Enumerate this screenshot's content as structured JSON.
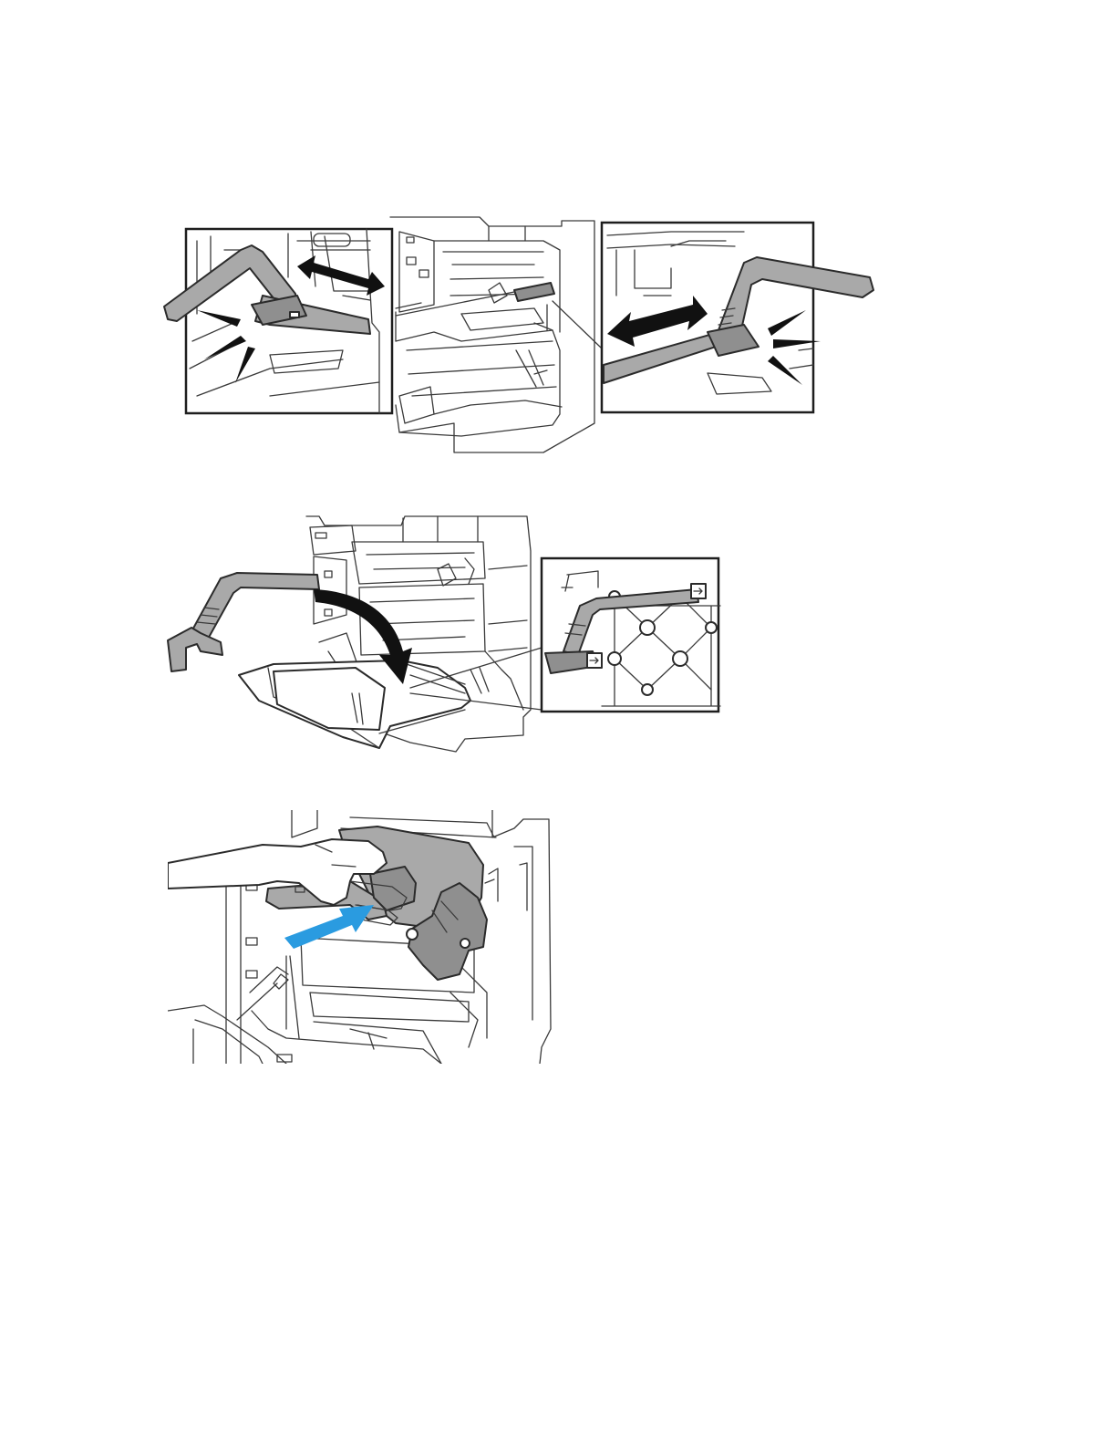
{
  "document": {
    "figures": [
      {
        "id": "fig-1",
        "subject": "unlock-cleaning-rod"
      },
      {
        "id": "fig-2",
        "subject": "store-cleaning-rod-on-front-door"
      },
      {
        "id": "fig-3",
        "subject": "reinsert-drum-cartridge"
      }
    ]
  },
  "colors": {
    "line": "#2b2b2b",
    "part_gray": "#a9a9a9",
    "arrow_black": "#111111",
    "arrow_blue": "#2a9be0"
  },
  "icons": {
    "double_arrow": "double-arrow-icon",
    "curved_arrow": "curved-arrow-icon",
    "push_arrow": "push-arrow-icon",
    "pointer_marks": "pointer-mark-icon"
  }
}
